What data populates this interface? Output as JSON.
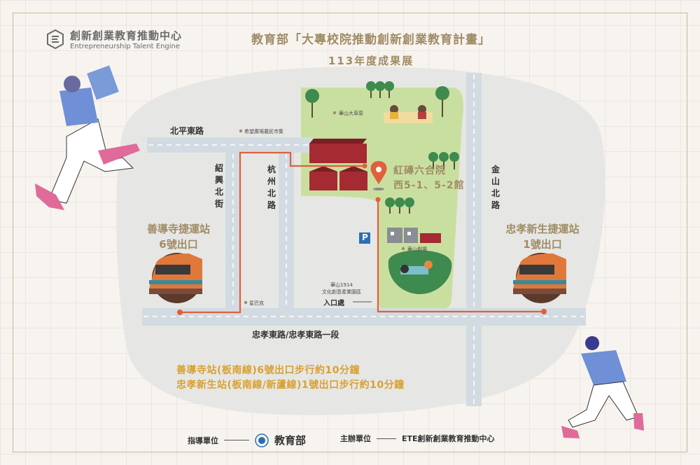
{
  "header": {
    "logo_zh": "創新創業教育推動中心",
    "logo_en": "Entrepreneurship Talent Engine",
    "title_line1": "教育部「大專校院推動創新創業教育計畫」",
    "title_line2": "113年度成果展"
  },
  "roads": {
    "beiping": "北平東路",
    "shaoxing": "紹興北街",
    "hangzhou": "杭州北路",
    "jinshan": "金山北路",
    "zhongxiao": "忠孝東路/忠孝東路一段"
  },
  "landmarks": {
    "market": "希望廣場農民市集",
    "lawn": "華山大草原",
    "theater": "華山劇場",
    "park_line1": "華山1914",
    "park_line2": "文化創意產業園區",
    "entrance": "入口處",
    "starbucks": "星巴克",
    "parking": "P"
  },
  "venue": {
    "line1": "紅磚六合院",
    "line2": "西5-1、5-2館"
  },
  "stations": {
    "left_line1": "善導寺捷運站",
    "left_line2": "6號出口",
    "right_line1": "忠孝新生捷運站",
    "right_line2": "1號出口"
  },
  "directions": {
    "line1": "善導寺站(板南線)6號出口步行約10分鐘",
    "line2": "忠孝新生站(板南線/新蘆線)1號出口步行約10分鐘"
  },
  "footer": {
    "guide_label": "指導單位",
    "guide_org": "教育部",
    "host_label": "主辦單位",
    "host_org": "ETE創新創業教育推動中心"
  },
  "colors": {
    "route": "#e0603b",
    "accent": "#a08c65",
    "highlight": "#d9a032",
    "park": "#c9dfa0",
    "road": "#d3dbe2",
    "brick": "#a52a32"
  }
}
